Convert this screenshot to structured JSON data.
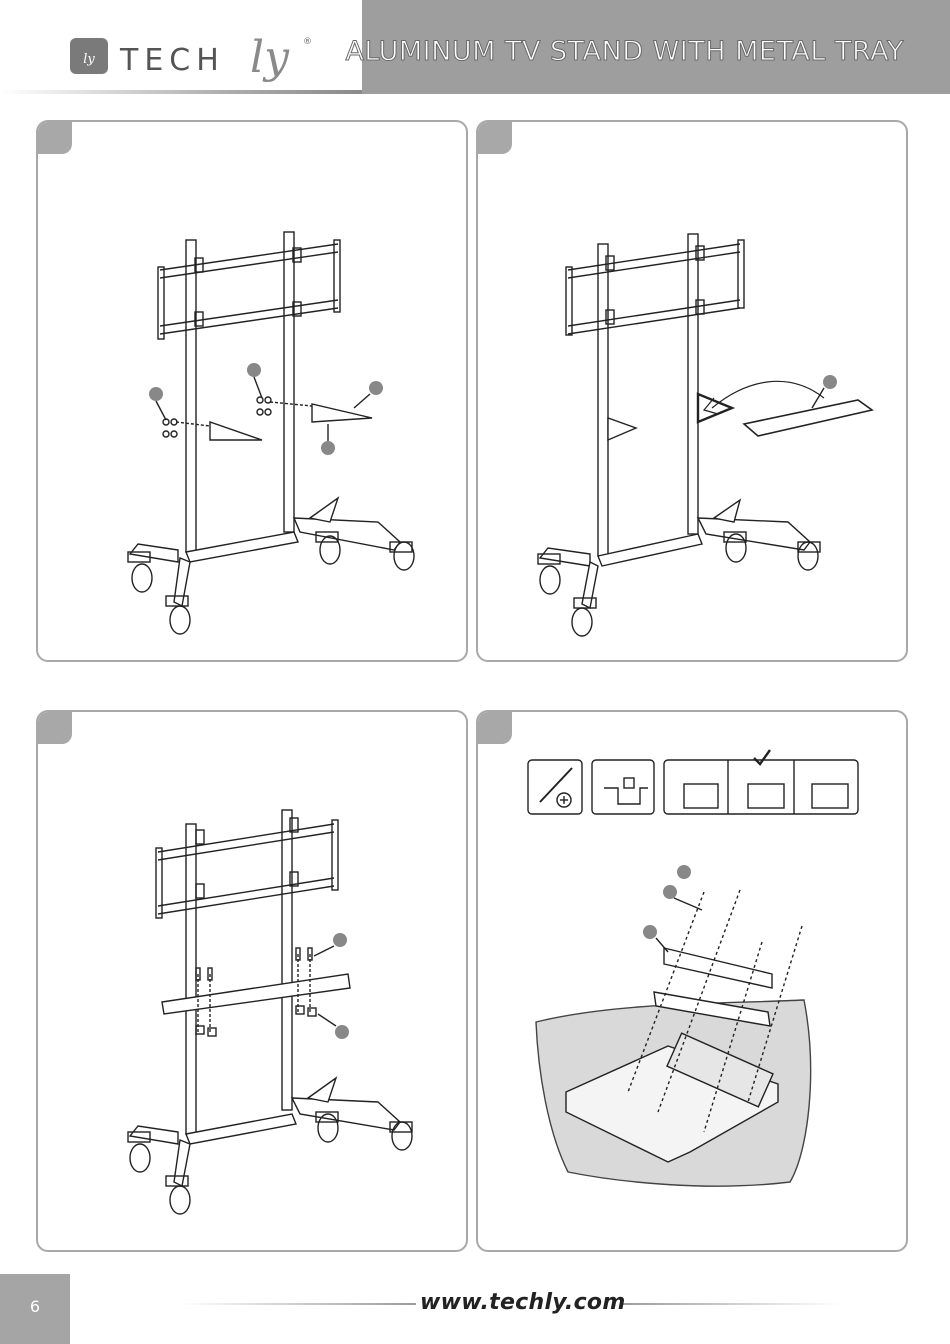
{
  "header": {
    "brand": "TECHly",
    "brand_main": "TECH",
    "brand_script": "ly",
    "brand_badge": "ly",
    "registered": "®",
    "title": "ALUMINUM TV STAND WITH METAL TRAY"
  },
  "footer": {
    "page_number": "6",
    "url": "www.techly.com"
  },
  "colors": {
    "header_bar": "#9e9e9e",
    "panel_border": "#a8a8a8",
    "page_badge": "#a5a5a5"
  },
  "panels": [
    {
      "name": "step-1",
      "icon": "stand-bracket-assembly-illustration"
    },
    {
      "name": "step-2",
      "icon": "stand-tray-mount-illustration"
    },
    {
      "name": "step-3",
      "icon": "stand-tray-screws-illustration"
    },
    {
      "name": "step-4",
      "icon": "tv-bracket-mounting-illustration"
    }
  ]
}
